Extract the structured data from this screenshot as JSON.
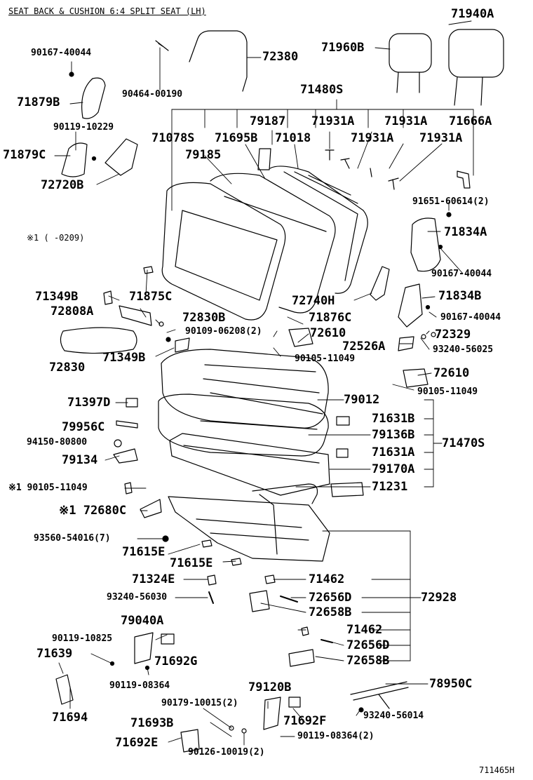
{
  "title": "SEAT BACK & CUSHION 6:4 SPLIT SEAT (LH)",
  "diagram_id": "711465H",
  "note_marker": "※1 (      -0209)",
  "parts": [
    {
      "id": "p-71940a",
      "code": "71940A"
    },
    {
      "id": "p-72380",
      "code": "72380"
    },
    {
      "id": "p-90167-40044-a",
      "code": "90167-40044"
    },
    {
      "id": "p-71960b",
      "code": "71960B"
    },
    {
      "id": "p-90464-00190",
      "code": "90464-00190"
    },
    {
      "id": "p-71879b",
      "code": "71879B"
    },
    {
      "id": "p-71480s",
      "code": "71480S"
    },
    {
      "id": "p-90119-10229",
      "code": "90119-10229"
    },
    {
      "id": "p-79187",
      "code": "79187"
    },
    {
      "id": "p-71931a-1",
      "code": "71931A"
    },
    {
      "id": "p-71931a-2",
      "code": "71931A"
    },
    {
      "id": "p-71666a",
      "code": "71666A"
    },
    {
      "id": "p-71078s",
      "code": "71078S"
    },
    {
      "id": "p-71695b",
      "code": "71695B"
    },
    {
      "id": "p-71018",
      "code": "71018"
    },
    {
      "id": "p-71931a-3",
      "code": "71931A"
    },
    {
      "id": "p-71931a-4",
      "code": "71931A"
    },
    {
      "id": "p-71879c",
      "code": "71879C"
    },
    {
      "id": "p-79185",
      "code": "79185"
    },
    {
      "id": "p-72720b",
      "code": "72720B"
    },
    {
      "id": "p-91651-60614",
      "code": "91651-60614(2)"
    },
    {
      "id": "p-71834a",
      "code": "71834A"
    },
    {
      "id": "p-90167-40044-b",
      "code": "90167-40044"
    },
    {
      "id": "p-71834b",
      "code": "71834B"
    },
    {
      "id": "p-71349b-1",
      "code": "71349B"
    },
    {
      "id": "p-71875c",
      "code": "71875C"
    },
    {
      "id": "p-72740h",
      "code": "72740H"
    },
    {
      "id": "p-72808a",
      "code": "72808A"
    },
    {
      "id": "p-72830b",
      "code": "72830B"
    },
    {
      "id": "p-71876c",
      "code": "71876C"
    },
    {
      "id": "p-90167-40044-c",
      "code": "90167-40044"
    },
    {
      "id": "p-90109-06208",
      "code": "90109-06208(2)"
    },
    {
      "id": "p-72610-1",
      "code": "72610"
    },
    {
      "id": "p-72329",
      "code": "72329"
    },
    {
      "id": "p-72526a",
      "code": "72526A"
    },
    {
      "id": "p-93240-56025",
      "code": "93240-56025"
    },
    {
      "id": "p-72830",
      "code": "72830"
    },
    {
      "id": "p-71349b-2",
      "code": "71349B"
    },
    {
      "id": "p-90105-11049-a",
      "code": "90105-11049"
    },
    {
      "id": "p-72610-2",
      "code": "72610"
    },
    {
      "id": "p-90105-11049-b",
      "code": "90105-11049"
    },
    {
      "id": "p-79012",
      "code": "79012"
    },
    {
      "id": "p-71397d",
      "code": "71397D"
    },
    {
      "id": "p-71631b",
      "code": "71631B"
    },
    {
      "id": "p-79956c",
      "code": "79956C"
    },
    {
      "id": "p-79136b",
      "code": "79136B"
    },
    {
      "id": "p-94150-80800",
      "code": "94150-80800"
    },
    {
      "id": "p-71470s",
      "code": "71470S"
    },
    {
      "id": "p-71631a",
      "code": "71631A"
    },
    {
      "id": "p-79134",
      "code": "79134"
    },
    {
      "id": "p-79170a",
      "code": "79170A"
    },
    {
      "id": "p-90105-11049-c",
      "code": "※1 90105-11049"
    },
    {
      "id": "p-71231",
      "code": "71231"
    },
    {
      "id": "p-72680c",
      "code": "※1 72680C"
    },
    {
      "id": "p-93560-54016",
      "code": "93560-54016(7)"
    },
    {
      "id": "p-71615e-1",
      "code": "71615E"
    },
    {
      "id": "p-71615e-2",
      "code": "71615E"
    },
    {
      "id": "p-71324e",
      "code": "71324E"
    },
    {
      "id": "p-71462-1",
      "code": "71462"
    },
    {
      "id": "p-93240-56030",
      "code": "93240-56030"
    },
    {
      "id": "p-72656d-1",
      "code": "72656D"
    },
    {
      "id": "p-72928",
      "code": "72928"
    },
    {
      "id": "p-72658b-1",
      "code": "72658B"
    },
    {
      "id": "p-79040a",
      "code": "79040A"
    },
    {
      "id": "p-71462-2",
      "code": "71462"
    },
    {
      "id": "p-90119-10825",
      "code": "90119-10825"
    },
    {
      "id": "p-72656d-2",
      "code": "72656D"
    },
    {
      "id": "p-71639",
      "code": "71639"
    },
    {
      "id": "p-71692g",
      "code": "71692G"
    },
    {
      "id": "p-72658b-2",
      "code": "72658B"
    },
    {
      "id": "p-90119-08364-a",
      "code": "90119-08364"
    },
    {
      "id": "p-78950c",
      "code": "78950C"
    },
    {
      "id": "p-79120b",
      "code": "79120B"
    },
    {
      "id": "p-90179-10015",
      "code": "90179-10015(2)"
    },
    {
      "id": "p-71694",
      "code": "71694"
    },
    {
      "id": "p-93240-56014",
      "code": "93240-56014"
    },
    {
      "id": "p-71692f",
      "code": "71692F"
    },
    {
      "id": "p-71693b",
      "code": "71693B"
    },
    {
      "id": "p-90119-08364-b",
      "code": "90119-08364(2)"
    },
    {
      "id": "p-71692e",
      "code": "71692E"
    },
    {
      "id": "p-90126-10019",
      "code": "90126-10019(2)"
    }
  ]
}
